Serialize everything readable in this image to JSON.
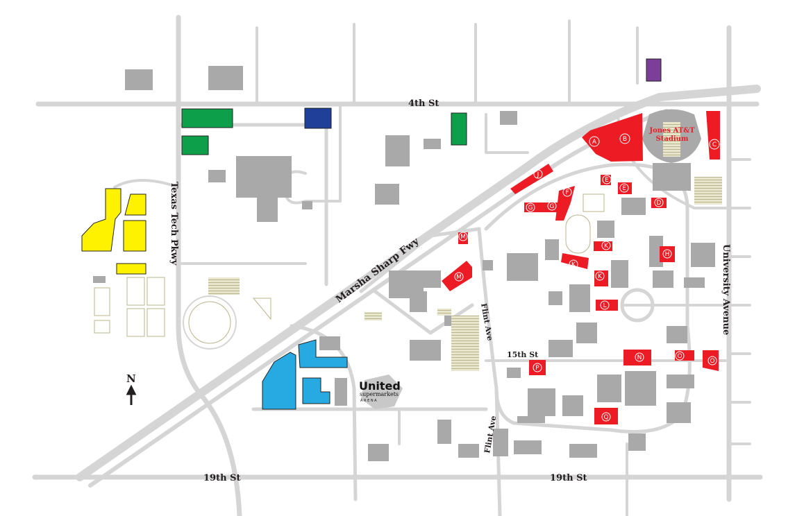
{
  "streets": {
    "fourth": "4th St",
    "tt_pkwy": "Texas Tech Pkwy",
    "marsha": "Marsha Sharp Fwy",
    "flint_north": "Flint Ave",
    "flint_south": "Flint Ave",
    "fifteenth": "15th St",
    "nineteenth_west": "19th St",
    "nineteenth_east": "19th St",
    "university": "University Avenue"
  },
  "stadium": {
    "line1": "Jones AT&T",
    "line2": "Stadium"
  },
  "north_arrow": "N",
  "arena_logo": {
    "line1": "United",
    "line2": "supermarkets",
    "line3": "A R E N A"
  },
  "lots": [
    "A",
    "B",
    "C",
    "D",
    "E",
    "E",
    "F",
    "G",
    "G",
    "H",
    "J",
    "K",
    "K",
    "K",
    "L",
    "M",
    "M",
    "N",
    "O",
    "O",
    "P",
    "Q"
  ],
  "colors": {
    "road": "#d5d5d5",
    "building": "#a9a9aa",
    "red_lot": "#ed1c24",
    "green_lot": "#0d9f49",
    "navy_lot": "#1f3f99",
    "purple_lot": "#7b3f98",
    "yellow_lot": "#fff200",
    "blue_lot": "#27aae1",
    "field": "#e8e6cc"
  }
}
